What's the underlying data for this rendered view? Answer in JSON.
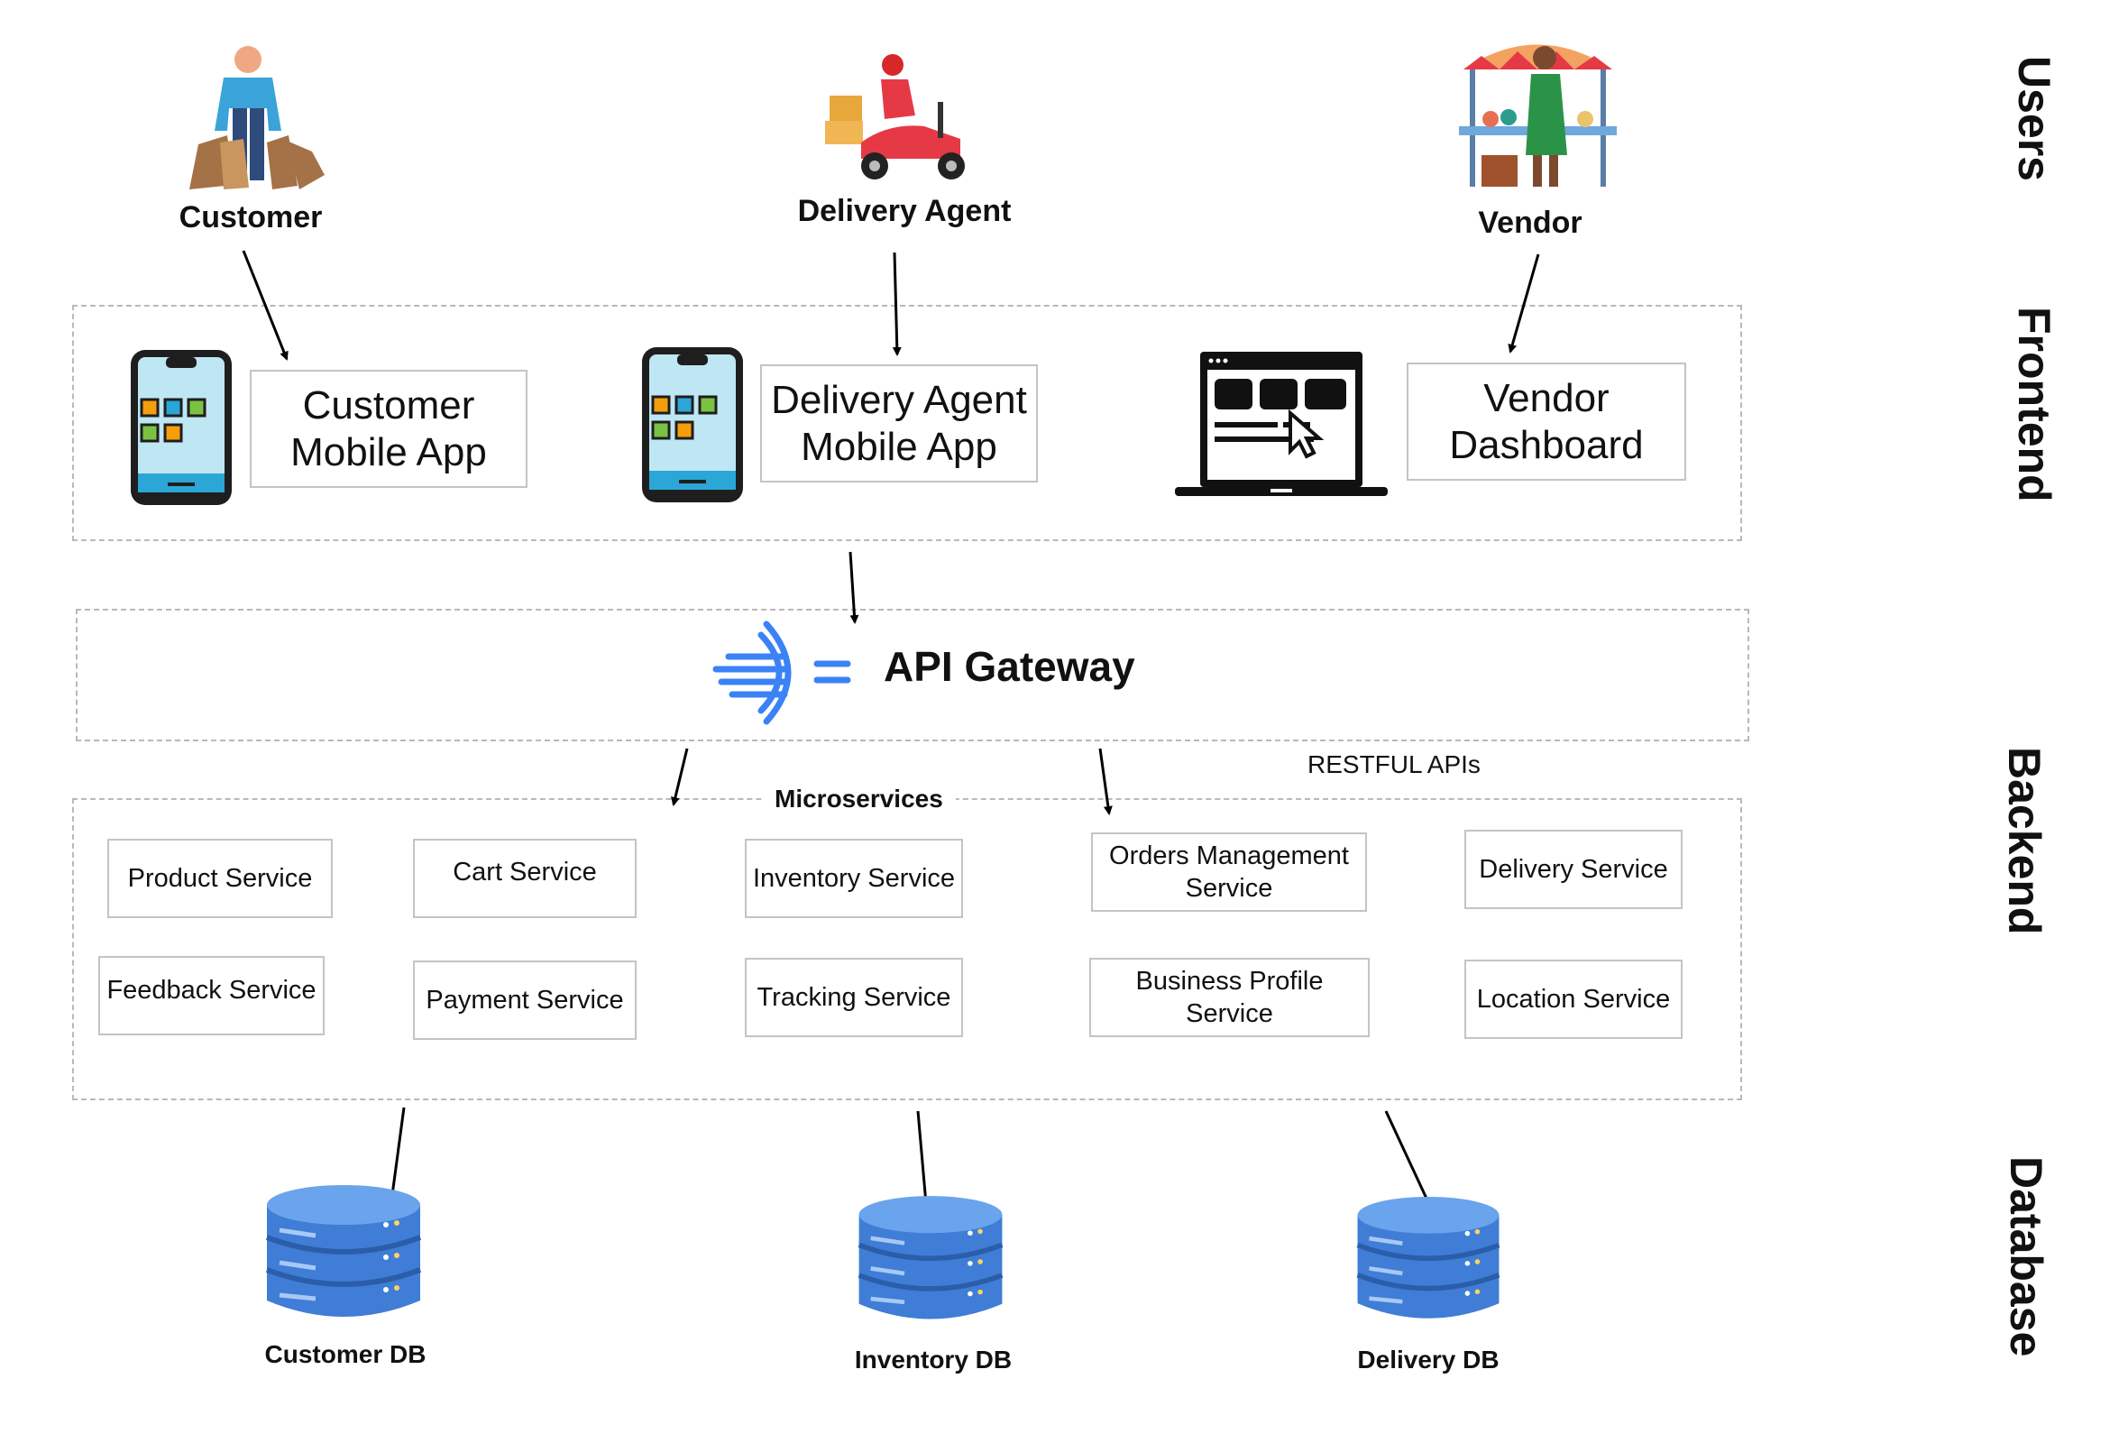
{
  "layers": {
    "users": "Users",
    "frontend": "Frontend",
    "backend": "Backend",
    "database": "Database"
  },
  "users": [
    {
      "label": "Customer",
      "icon": "shopper-with-bags-icon"
    },
    {
      "label": "Delivery Agent",
      "icon": "delivery-scooter-icon"
    },
    {
      "label": "Vendor",
      "icon": "market-stall-vendor-icon"
    }
  ],
  "frontend": [
    {
      "label": "Customer\nMobile App",
      "icon": "smartphone-app-icon"
    },
    {
      "label": "Delivery Agent\nMobile App",
      "icon": "smartphone-app-icon"
    },
    {
      "label": "Vendor\nDashboard",
      "icon": "laptop-dashboard-icon"
    }
  ],
  "gateway": {
    "label": "API Gateway",
    "icon": "api-gateway-icon"
  },
  "backend": {
    "restful_label": "RESTFUL APIs",
    "microservices_label": "Microservices",
    "services": [
      "Product Service",
      "Cart Service",
      "Inventory Service",
      "Orders Management\nService",
      "Delivery Service",
      "Feedback Service",
      "Payment Service",
      "Tracking Service",
      "Business Profile\nService",
      "Location Service"
    ]
  },
  "databases": [
    {
      "label": "Customer DB",
      "icon": "database-icon"
    },
    {
      "label": "Inventory DB",
      "icon": "database-icon"
    },
    {
      "label": "Delivery DB",
      "icon": "database-icon"
    }
  ],
  "colors": {
    "db_blue": "#3f7dd6",
    "gateway_blue": "#3b82f6",
    "phone_teal": "#2aa7d6",
    "border_gray": "#c4c4c4",
    "dash_gray": "#b9b9b9"
  }
}
